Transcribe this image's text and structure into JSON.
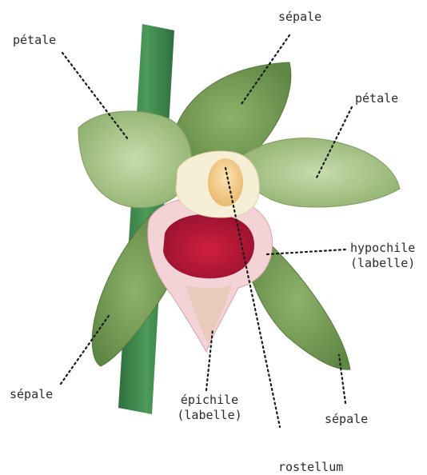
{
  "labels": {
    "petale_left": "pétale",
    "sepale_top": "sépale",
    "petale_right": "pétale",
    "hypochile_line1": "hypochile",
    "hypochile_line2": "(labelle)",
    "sepale_left": "sépale",
    "epichile_line1": "épichile",
    "epichile_line2": "(labelle)",
    "sepale_bottom": "sépale",
    "rostellum": "rostellum"
  },
  "colors": {
    "stem": "#3f8a4d",
    "sepal": "#7fa45a",
    "petal": "#a9c88a",
    "lip_inner": "#c4173a",
    "lip_rim": "#f1c9cd",
    "column": "#f7d79a",
    "leader": "#1a1a1a",
    "text": "#2b2b2b"
  }
}
